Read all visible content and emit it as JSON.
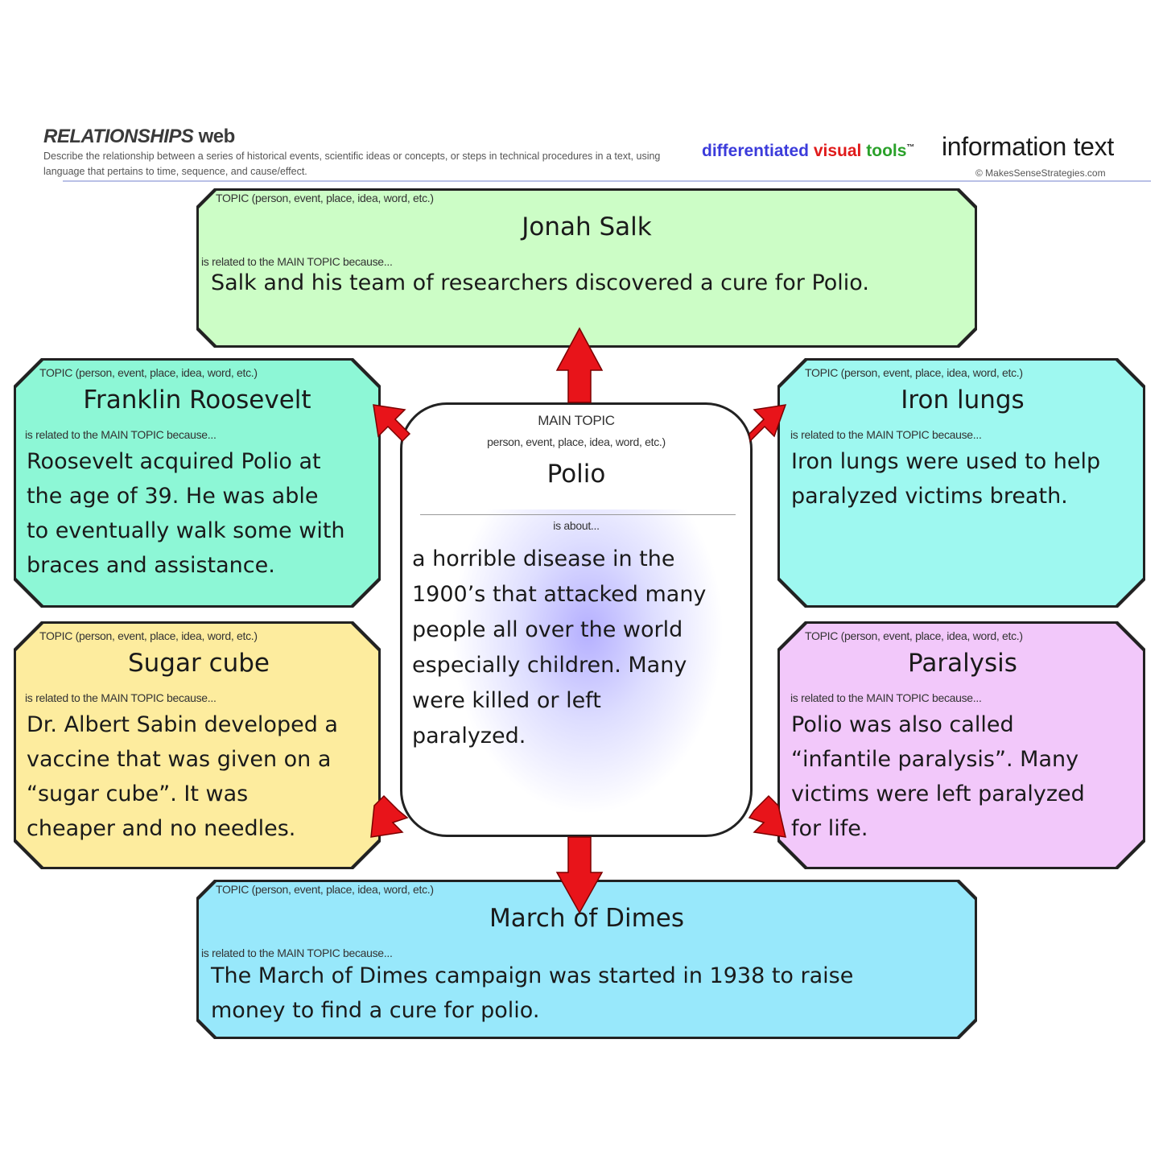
{
  "header": {
    "title_main": "RELATIONSHIPS",
    "title_suffix": "web",
    "description": "Describe the relationship between a series of historical events, scientific ideas or concepts, or steps in technical procedures in a text, using language that pertains to time, sequence, and cause/effect.",
    "brand_1": "differentiated",
    "brand_2": "visual",
    "brand_3": "tools",
    "brand_tm": "™",
    "info_text": "information text",
    "copyright": "© MakesSenseStrategies.com"
  },
  "labels": {
    "topic": "TOPIC (person, event, place, idea, word, etc.)",
    "related": "is related to the MAIN TOPIC because..."
  },
  "center": {
    "heading": "MAIN TOPIC",
    "sub": "person, event, place, idea, word, etc.)",
    "name": "Polio",
    "about_label": "is about...",
    "about_lines": [
      "a horrible disease in the",
      "1900’s that attacked many",
      "people all over the world",
      "especially children.  Many",
      "were killed or left",
      "paralyzed."
    ]
  },
  "topics": {
    "top": {
      "name": "Jonah Salk",
      "lines": [
        "Salk and his team of researchers discovered a cure for Polio."
      ],
      "color": "#ccfdc6"
    },
    "upper_left": {
      "name": "Franklin Roosevelt",
      "lines": [
        "Roosevelt acquired Polio at",
        "the age of 39.  He was able",
        "to eventually walk some with",
        "braces and assistance."
      ],
      "color": "#8df7d6"
    },
    "upper_right": {
      "name": "Iron lungs",
      "lines": [
        "Iron lungs were used to help",
        "paralyzed victims breath."
      ],
      "color": "#9ef8f0"
    },
    "lower_left": {
      "name": "Sugar cube",
      "lines": [
        "Dr. Albert Sabin developed a",
        "vaccine that was given on a",
        "“sugar cube”.  It was",
        "cheaper and no needles."
      ],
      "color": "#fdec9e"
    },
    "lower_right": {
      "name": "Paralysis",
      "lines": [
        "Polio was also called",
        "“infantile paralysis”.  Many",
        "victims were left paralyzed",
        "for life."
      ],
      "color": "#f2c8fa"
    },
    "bottom": {
      "name": "March of Dimes",
      "lines": [
        "The March of Dimes campaign was started in 1938 to raise",
        "money to find a cure for polio."
      ],
      "color": "#98e8fb"
    }
  },
  "arrow_color": "#e8141a"
}
